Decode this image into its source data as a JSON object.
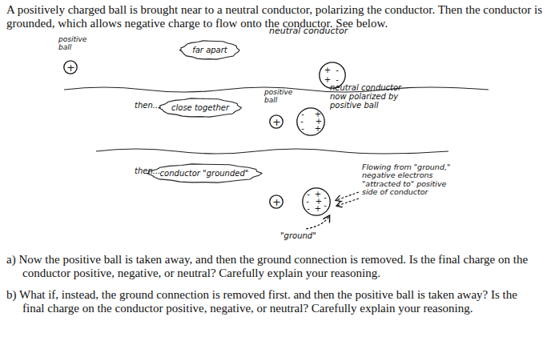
{
  "diagram": {
    "nodes": [
      {
        "text": [
          "far apart"
        ]
      },
      {
        "text": [
          "positive ball",
          "+"
        ]
      },
      {
        "text": [
          "neutral conductor",
          "+",
          "-",
          "+",
          "-"
        ]
      },
      {
        "text": [
          "close together"
        ]
      },
      {
        "text": [
          "positive ball",
          "+"
        ]
      },
      {
        "text": [
          "neutral conductor now polarized by positive ball",
          "-",
          "-",
          "-",
          "+",
          "+",
          "+"
        ]
      },
      {
        "text": [
          "conductor \"grounded\""
        ]
      },
      {
        "text": [
          "+"
        ]
      },
      {
        "text": [
          "-",
          "-",
          "-",
          "+",
          "+",
          "+",
          "-",
          "-"
        ]
      }
    ],
    "labels": [
      "A positively charged ball is brought near to a neutral conductor, polarizing the conductor. Then the conductor is grounded, which allows negative charge to flow onto the conductor. See below.",
      "then...",
      "then...",
      "Flowing from \"ground,\" negative electrons \"attracted to\" positive side of conductor",
      "\"ground\"",
      "a) Now the positive ball is taken away, and then the ground connection is removed. Is the final charge on the conductor positive, negative, or neutral? Carefully explain your reasoning.",
      "b) What if, instead, the ground connection is removed first. and then the positive ball is taken away? Is the final charge on the conductor positive, negative, or neutral? Carefully explain your reasoning."
    ]
  }
}
